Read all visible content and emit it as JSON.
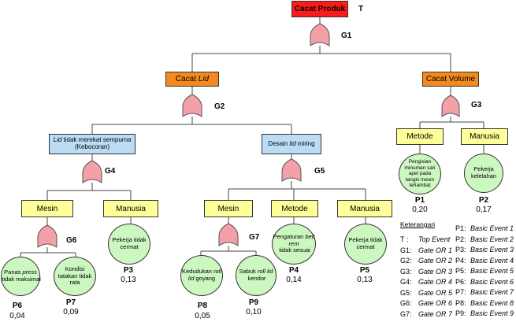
{
  "nodes": {
    "top": "Cacat Produk",
    "top_tag": "T",
    "g1": "G1",
    "cacat_lid_pre": "Cacat ",
    "cacat_lid_it": "Lid",
    "cacat_volume": "Cacat Volume",
    "g2": "G2",
    "g3": "G3",
    "lid_tidak_it": "Lid",
    "lid_tidak_rest": " tidak merekat sempurna (Kebocoran)",
    "desain_pre": "Desain ",
    "desain_it": "lid",
    "desain_post": " miring",
    "g4": "G4",
    "g5": "G5",
    "mesin1": "Mesin",
    "manusia1": "Manusia",
    "mesin2": "Mesin",
    "metode2": "Metode",
    "manusia2": "Manusia",
    "metode3": "Metode",
    "manusia3": "Manusia",
    "g6": "G6",
    "g7": "G7"
  },
  "events": {
    "p6_a": "Panas ",
    "p6_it": "press",
    "p6_b": " tidak maksimal",
    "p7": "Kondisi tatakan tidak rata",
    "p3": "Pekerja tidak cermat",
    "p8_a": "Kedudukan ",
    "p8_it": "roll lid",
    "p8_b": " goyang",
    "p9_a": "Sabuk ",
    "p9_it": "roll lid",
    "p9_b": " kendor",
    "p4_a": "Pengaturan ",
    "p4_it": "belt rem",
    "p4_b": " tidak sesuai",
    "p5": "Pekerja tidak cermat",
    "p1": "Pengisian minuman sari apel pada tangki mesin terlambat",
    "p2": "Pekerja kelelahan"
  },
  "probabilities": {
    "P6": {
      "label": "P6",
      "value": "0,04"
    },
    "P7": {
      "label": "P7",
      "value": "0,09"
    },
    "P3": {
      "label": "P3",
      "value": "0,13"
    },
    "P8": {
      "label": "P8",
      "value": "0,05"
    },
    "P9": {
      "label": "P9",
      "value": "0,10"
    },
    "P4": {
      "label": "P4",
      "value": "0,14"
    },
    "P5": {
      "label": "P5",
      "value": "0,13"
    },
    "P1": {
      "label": "P1",
      "value": "0,20"
    },
    "P2": {
      "label": "P2",
      "value": "0,17"
    }
  },
  "legend": {
    "title": "Keterangan",
    "colon": ":",
    "left": [
      {
        "code": "T",
        "sep": " :",
        "desc": "Top Event"
      },
      {
        "code": "G1",
        "sep": ":",
        "desc": "Gate OR 1"
      },
      {
        "code": "G2",
        "sep": ":",
        "desc": "Gate OR 2"
      },
      {
        "code": "G3",
        "sep": ":",
        "desc": "Gate OR 3"
      },
      {
        "code": "G4",
        "sep": ":",
        "desc": "Gate OR 4"
      },
      {
        "code": "G5",
        "sep": ":",
        "desc": "Gate OR 5"
      },
      {
        "code": "G6",
        "sep": ":",
        "desc": "Gate OR 6"
      },
      {
        "code": "G7",
        "sep": ":",
        "desc": "Gate OR 7"
      }
    ],
    "right": [
      {
        "code": "P1",
        "sep": ":",
        "desc": "Basic Event 1"
      },
      {
        "code": "P2",
        "sep": ":",
        "desc": "Basic Event 2"
      },
      {
        "code": "P3",
        "sep": ":",
        "desc": "Basic Event 3"
      },
      {
        "code": "P4",
        "sep": ":",
        "desc": "Basic Event 4"
      },
      {
        "code": "P5",
        "sep": ":",
        "desc": "Basic Event 5"
      },
      {
        "code": "P6",
        "sep": ":",
        "desc": "Basic Event 6"
      },
      {
        "code": "P7",
        "sep": ":",
        "desc": "Basic Event 7"
      },
      {
        "code": "P8",
        "sep": ":",
        "desc": "Basic Event 8"
      },
      {
        "code": "P9",
        "sep": ":",
        "desc": "Basic Event 9"
      }
    ]
  },
  "colors": {
    "top": "#ff1a1a",
    "intermediate": "#f28a1f",
    "sub": "#bcdcf5",
    "category": "#ffff99",
    "basic": "#ccf7c0",
    "gate": "#f4a0a8"
  }
}
